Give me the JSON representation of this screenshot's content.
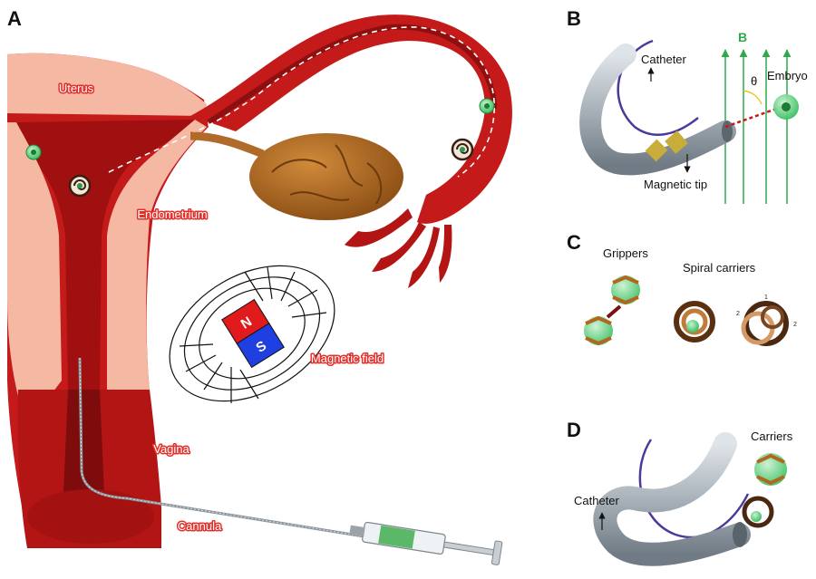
{
  "panels": {
    "a": {
      "letter": "A",
      "labels": {
        "uterus": "Uterus",
        "endometrium": "Endometrium",
        "magnetic_field": "Magnetic field",
        "vagina": "Vagina",
        "cannula": "Cannula"
      },
      "magnet": {
        "north": "N",
        "south": "S"
      }
    },
    "b": {
      "letter": "B",
      "labels": {
        "catheter": "Catheter",
        "field": "B",
        "embryo": "Embryo",
        "angle": "θ",
        "magnetic_tip": "Magnetic tip"
      }
    },
    "c": {
      "letter": "C",
      "labels": {
        "grippers": "Grippers",
        "spiral_carriers": "Spiral carriers"
      },
      "numbers": [
        "1",
        "2",
        "2"
      ]
    },
    "d": {
      "letter": "D",
      "labels": {
        "carriers": "Carriers",
        "catheter": "Catheter"
      }
    }
  },
  "colors": {
    "tissue_red": "#c41a1a",
    "tissue_dark": "#8e0f0f",
    "tissue_pink": "#f4b8a3",
    "ovary_brown": "#a8641e",
    "magnet_red": "#e11b1b",
    "magnet_blue": "#1f3fe0",
    "field_green": "#2eaa4a",
    "catheter_purple": "#4b3a9a",
    "magnet_gold": "#c8ad3a"
  }
}
